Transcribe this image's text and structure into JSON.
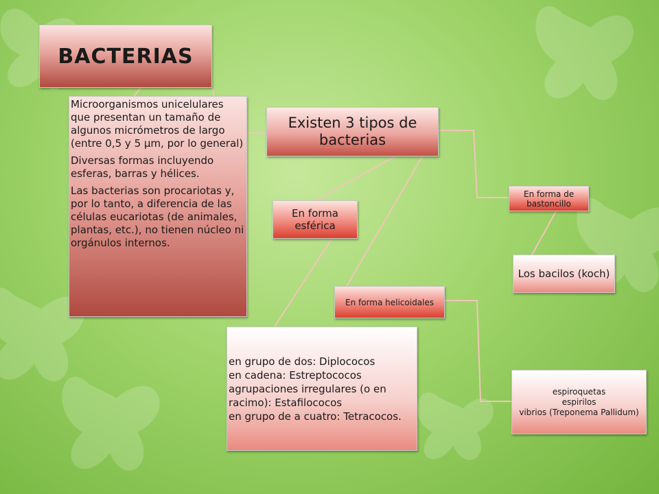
{
  "diagram": {
    "title": "BACTERIAS",
    "description": [
      " Microorganismos unicelulares que presentan un tamaño de algunos micrómetros de largo (entre 0,5 y 5 µm, por lo general)",
      "Diversas formas incluyendo esferas, barras y hélices.",
      "Las bacterias son procariotas y, por lo tanto, a diferencia de las células eucariotas (de animales, plantas, etc.), no tienen núcleo ni orgánulos internos."
    ],
    "types": "Existen 3 tipos de bacterias",
    "spherical": "En forma esférica",
    "rod": "En forma de bastoncillo",
    "bacilli": "Los bacilos (koch)",
    "helical": "En forma helicoidales",
    "groups": [
      "en grupo de dos: Diplococos",
      "en cadena: Estreptococos",
      "agrupaciones irregulares (o en racimo): Estafilococos",
      "en grupo de a cuatro: Tetracocos."
    ],
    "spiral": [
      "espiroquetas",
      "espirilos",
      "vibrios (Treponema Pallidum)"
    ]
  },
  "colors": {
    "connector": "#f1c6b8",
    "background": "#9fd46a",
    "box_dark": "#b04a40",
    "box_red": "#d9402f"
  }
}
